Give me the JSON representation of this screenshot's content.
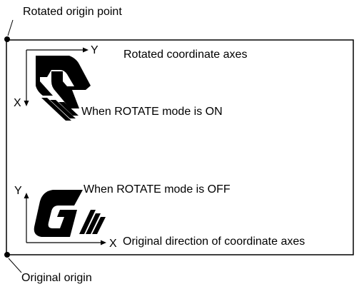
{
  "labels": {
    "rotated_origin_point": "Rotated origin point",
    "rotated_axes": "Rotated coordinate axes",
    "rotate_on": "When ROTATE mode is ON",
    "rotate_off": "When ROTATE mode is OFF",
    "original_direction": "Original direction of coordinate axes",
    "original_origin": "Original origin"
  },
  "rotated_axes": {
    "x_label": "X",
    "y_label": "Y"
  },
  "original_axes": {
    "x_label": "X",
    "y_label": "Y"
  }
}
